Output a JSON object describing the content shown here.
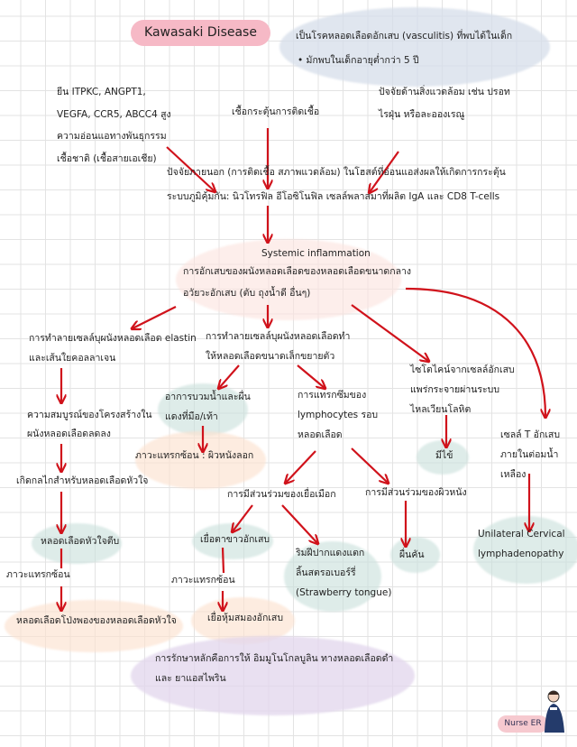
{
  "title": "Kawasaki Disease",
  "definition": {
    "line1": "เป็นโรคหลอดเลือดอักเสบ (vasculitis) ที่พบได้ในเด็ก",
    "line2": "• มักพบในเด็กอายุต่ำกว่า 5 ปี"
  },
  "causes": {
    "genetic": "ยีน ITPKC, ANGPT1,\nVEGFA, CCR5, ABCC4 สูง\nความอ่อนแอทางพันธุกรรม\nเชื้อชาติ (เชื้อสายเอเชีย)",
    "infection": "เชื้อกระตุ้นการติดเชื้อ",
    "environment": "ปัจจัยด้านสิ่งแวดล้อม เช่น ปรอท\nไรฝุ่น หรือละอองเรณู"
  },
  "immune_activation": "ปัจจัยภายนอก (การติดเชื้อ สภาพแวดล้อม) ในโฮสต์ที่อ่อนแอส่งผลให้เกิดการกระตุ้น\nระบบภูมิคุ้มกัน: นิวโทรฟิล อีโอซิโนฟิล เซลล์พลาสมาที่ผลิต IgA และ CD8 T-cells",
  "systemic": {
    "heading": "Systemic inflammation",
    "body": "การอักเสบของผนังหลอดเลือดของหลอดเลือดขนาดกลาง\nอวัยวะอักเสบ (ตับ ถุงน้ำดี อื่นๆ)"
  },
  "left_branch": {
    "step1": "การทำลายเซลล์บุผนังหลอดเลือด elastin\nและเส้นใยคอลลาเจน",
    "step2": "ความสมบูรณ์ของโครงสร้างใน\nผนังหลอดเลือดลดลง",
    "step3": "เกิดกลไกสำหรับหลอดเลือดหัวใจ",
    "step4": "หลอดเลือดหัวใจตีบ",
    "complication_label": "ภาวะแทรกซ้อน",
    "step5": "หลอดเลือดโป่งพองของหลอดเลือดหัวใจ"
  },
  "middle_branch": {
    "step1": "การทำลายเซลล์บุผนังหลอดเลือดทำ\nให้หลอดเลือดขนาดเล็กขยายตัว",
    "edema": "อาการบวมน้ำและผื่น\nแดงที่มือ/เท้า",
    "edema_complication": "ภาวะแทรกซ้อน : ผิวหนังลอก",
    "lymphocytes": "การแทรกซึมของ\nlymphocytes รอบ\nหลอดเลือด",
    "mucosa": "การมีส่วนร่วมของเยื่อเมือก",
    "skin": "การมีส่วนร่วมของผิวหนัง",
    "conjunctivitis": "เยื่อตาขาวอักเสบ",
    "complication_label": "ภาวะแทรกซ้อน",
    "meningitis": "เยื่อหุ้มสมองอักเสบ",
    "lips": "ริมฝีปากแดงแตก\nลิ้นสตรอเบอร์รี่\n(Strawberry tongue)",
    "rash": "ผื่นคัน"
  },
  "right_branch": {
    "cytokines": "ไซโตไคน์จากเซลล์อักเสบ\nแพร่กระจายผ่านระบบ\nไหลเวียนโลหิต",
    "fever": "มีไข้",
    "tcells": "เซลล์ T อักเสบ\nภายในต่อมน้ำ\nเหลือง",
    "lymphadenopathy": "Unilateral Cervical\nlymphadenopathy"
  },
  "treatment": "การรักษาหลักคือการให้ อิมมูโนโกลบูลิน ทางหลอดเลือดดำ\nและ ยาแอสไพริน",
  "brand": "Nurse ER",
  "colors": {
    "arrow": "#d0121b",
    "title_pill": "#f6b9c6"
  }
}
